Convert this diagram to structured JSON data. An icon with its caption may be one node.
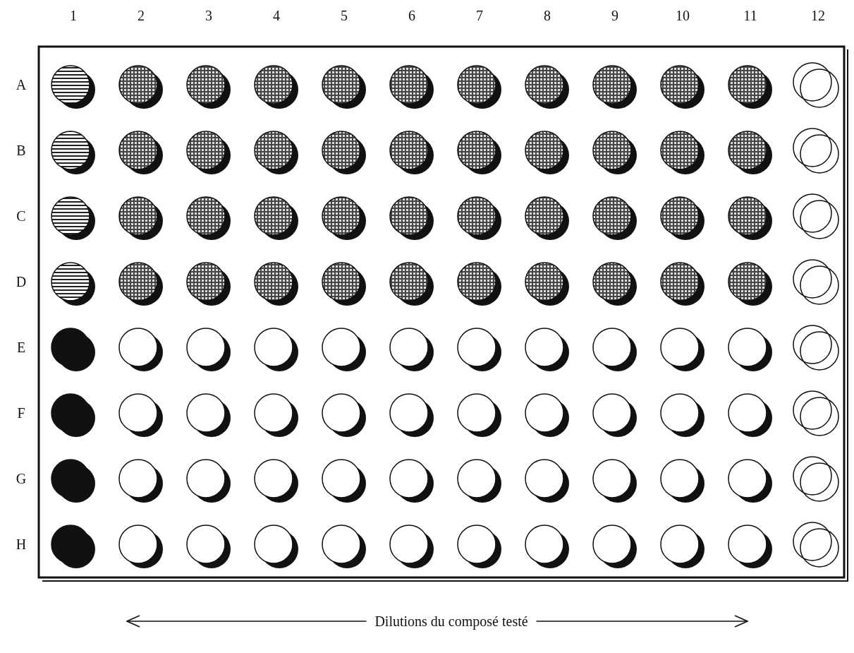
{
  "diagram": {
    "labels": [
      "1",
      "2",
      "3",
      "4",
      "5",
      "6",
      "7",
      "8",
      "9",
      "10",
      "11",
      "12",
      "A",
      "B",
      "C",
      "D",
      "E",
      "F",
      "G",
      "H",
      "Dilutions du composé testé"
    ]
  }
}
